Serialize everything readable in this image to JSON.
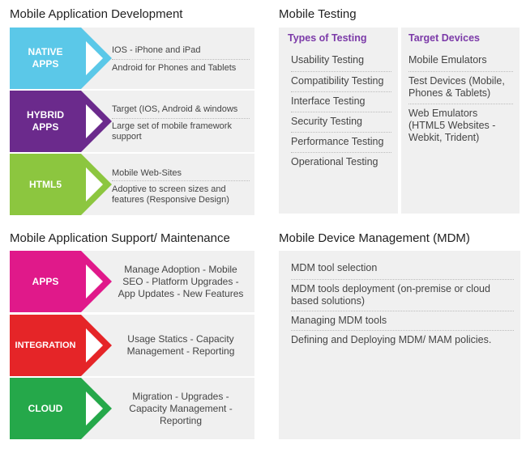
{
  "dev": {
    "title": "Mobile Application Development",
    "rows": [
      {
        "label_line1": "NATIVE",
        "label_line2": "APPS",
        "color": "#5bc8e8",
        "items": [
          "IOS - iPhone and iPad",
          "Android for Phones and Tablets"
        ]
      },
      {
        "label_line1": "HYBRID",
        "label_line2": "APPS",
        "color": "#6b2a8c",
        "items": [
          "Target (IOS, Android & windows",
          "Large set of mobile framework",
          "support"
        ]
      },
      {
        "label_line1": "HTML5",
        "label_line2": "",
        "color": "#8cc63f",
        "items": [
          "Mobile Web-Sites",
          "Adoptive to screen sizes and",
          "features (Responsive Design)"
        ]
      }
    ]
  },
  "support": {
    "title": "Mobile Application Support/ Maintenance",
    "rows": [
      {
        "label": "APPS",
        "color": "#e0198a",
        "lines": [
          "Manage Adoption - Mobile",
          "SEO - Platform Upgrades -",
          "App Updates - New Features"
        ]
      },
      {
        "label": "INTEGRATION",
        "color": "#e52528",
        "lines": [
          "Usage Statics - Capacity",
          "Management - Reporting"
        ]
      },
      {
        "label": "CLOUD",
        "color": "#25a84a",
        "lines": [
          "Migration - Upgrades -",
          "Capacity Management -",
          "Reporting"
        ]
      }
    ]
  },
  "testing": {
    "title": "Mobile Testing",
    "types_head": "Types of Testing",
    "types": [
      "Usability Testing",
      "Compatibility Testing",
      "Interface Testing",
      "Security Testing",
      "Performance Testing",
      "Operational Testing"
    ],
    "devices_head": "Target Devices",
    "devices": [
      {
        "lines": [
          "Mobile Emulators"
        ]
      },
      {
        "lines": [
          "Test Devices (Mobile,",
          "Phones & Tablets)"
        ]
      },
      {
        "lines": [
          "Web Emulators",
          "(HTML5 Websites -",
          "Webkit, Trident)"
        ]
      }
    ]
  },
  "mdm": {
    "title": "Mobile Device Management (MDM)",
    "items": [
      {
        "lines": [
          "MDM tool selection"
        ]
      },
      {
        "lines": [
          "MDM tools deployment (on-premise or cloud",
          "based solutions)"
        ]
      },
      {
        "lines": [
          "Managing MDM tools"
        ]
      },
      {
        "lines": [
          "Defining and Deploying MDM/ MAM policies."
        ]
      }
    ]
  }
}
